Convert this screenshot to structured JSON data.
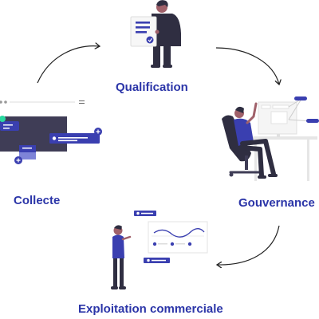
{
  "stages": {
    "qualification": "Qualification",
    "gouvernance": "Gouvernance",
    "exploitation": "Exploitation commerciale",
    "collecte": "Collecte"
  },
  "colors": {
    "accent": "#3a3fb0",
    "label_text": "#2b35a8",
    "dark_navy": "#2f2e41",
    "panel_dark": "#3f3d56",
    "arrow": "#222222",
    "light_line": "#e6e6e6"
  },
  "icons": {
    "qualification": "person-holding-document-illustration",
    "gouvernance": "person-in-gaming-chair-illustration",
    "exploitation": "person-presenting-chart-illustration",
    "collecte": "data-window-illustration"
  }
}
